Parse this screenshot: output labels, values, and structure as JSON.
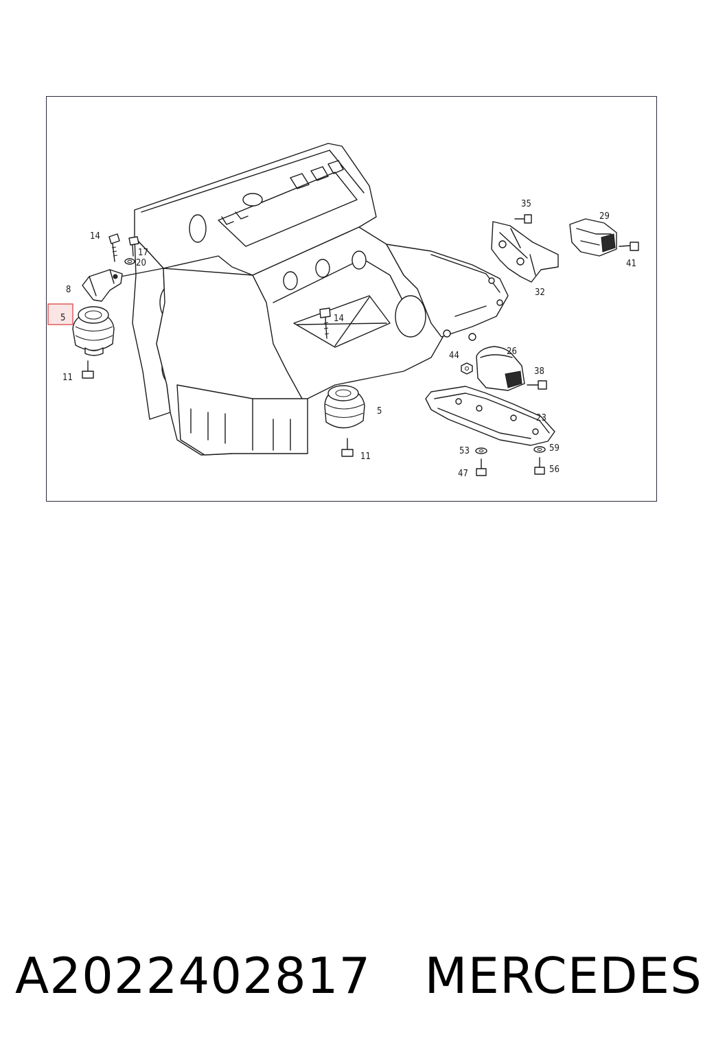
{
  "diagram": {
    "highlight_color": "#e05a5a",
    "callouts": [
      "14",
      "17",
      "20",
      "8",
      "5",
      "11",
      "14",
      "5",
      "11",
      "35",
      "29",
      "41",
      "32",
      "26",
      "44",
      "38",
      "23",
      "53",
      "59",
      "47",
      "56"
    ],
    "highlighted_callout": "5"
  },
  "footer": {
    "part_number": "A2022402817",
    "brand": "MERCEDES"
  }
}
